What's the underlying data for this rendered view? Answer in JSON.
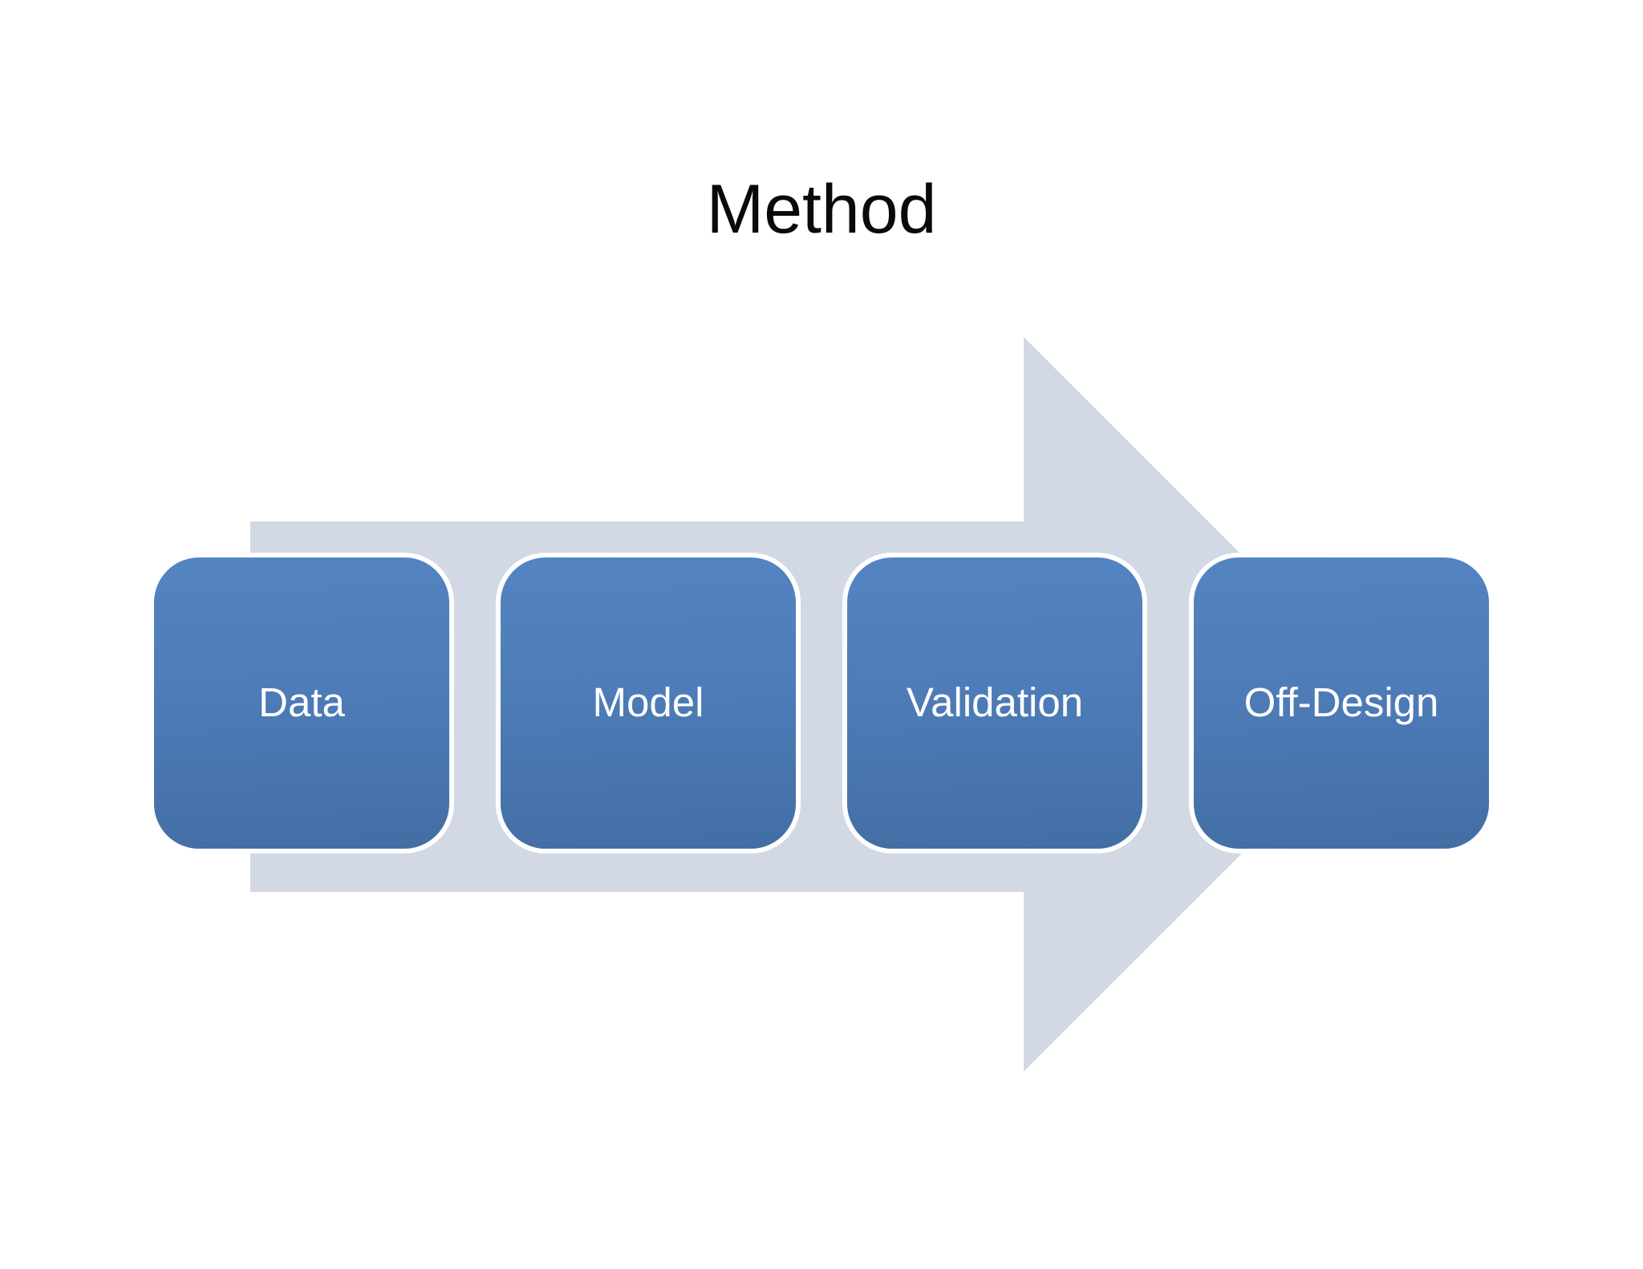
{
  "slide": {
    "title": "Method"
  },
  "diagram": {
    "type": "process-arrow",
    "direction": "right",
    "steps": [
      {
        "label": "Data"
      },
      {
        "label": "Model"
      },
      {
        "label": "Validation"
      },
      {
        "label": "Off-Design"
      }
    ],
    "colors": {
      "arrow_fill": "#d3d8e5",
      "box_fill": "#4d7cb8",
      "box_border": "#ffffff",
      "label_text": "#ffffff",
      "title_text": "#0a0a0a"
    }
  }
}
